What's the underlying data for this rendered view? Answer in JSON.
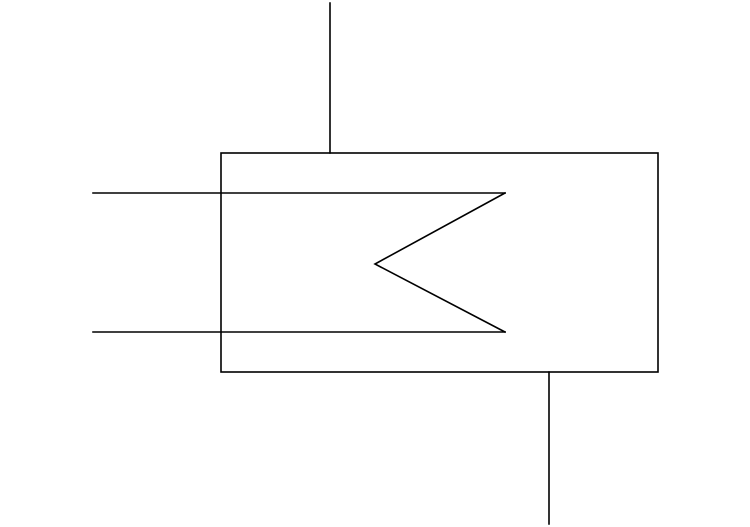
{
  "diagram": {
    "colors": {
      "background": "#ffffff",
      "stroke": "#000000"
    },
    "components": [
      "vessel-body",
      "top-nozzle",
      "bottom-nozzle",
      "heating-coil-inlet",
      "heating-coil-outlet",
      "heating-coil-bend"
    ]
  }
}
